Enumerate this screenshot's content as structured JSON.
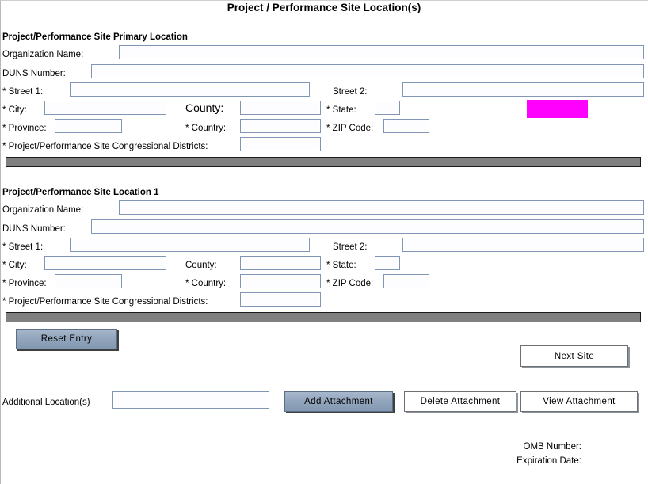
{
  "form": {
    "title": "Project / Performance Site Location(s)"
  },
  "sections": [
    {
      "heading": "Project/Performance Site Primary Location",
      "fields": {
        "organization_name_label": "Organization Name:",
        "organization_name_value": "",
        "duns_number_label": "DUNS Number:",
        "duns_number_value": "",
        "street1_label": "* Street 1:",
        "street1_value": "",
        "street2_label": "Street 2:",
        "street2_value": "",
        "city_label": "* City:",
        "city_value": "",
        "county_label": "County:",
        "county_value": "",
        "state_label": "* State:",
        "state_value": "",
        "province_label": "* Province:",
        "province_value": "",
        "country_label": "* Country:",
        "country_value": "",
        "zip_label": "* ZIP Code:",
        "zip_value": "",
        "districts_label": "* Project/Performance Site Congressional Districts:",
        "districts_value": ""
      }
    },
    {
      "heading": "Project/Performance Site Location 1",
      "fields": {
        "organization_name_label": "Organization Name:",
        "organization_name_value": "",
        "duns_number_label": "DUNS Number:",
        "duns_number_value": "",
        "street1_label": "* Street 1:",
        "street1_value": "",
        "street2_label": "Street 2:",
        "street2_value": "",
        "city_label": "* City:",
        "city_value": "",
        "county_label": "County:",
        "county_value": "",
        "state_label": "* State:",
        "state_value": "",
        "province_label": "* Province:",
        "province_value": "",
        "country_label": "* Country:",
        "country_value": "",
        "zip_label": "* ZIP Code:",
        "zip_value": "",
        "districts_label": "* Project/Performance Site Congressional Districts:",
        "districts_value": ""
      }
    }
  ],
  "buttons": {
    "reset_entry": "Reset Entry",
    "next_site": "Next Site",
    "add_attachment": "Add Attachment",
    "delete_attachment": "Delete Attachment",
    "view_attachment": "View  Attachment"
  },
  "additional": {
    "label": "Additional Location(s)",
    "value": ""
  },
  "footer": {
    "omb_number": "OMB Number:",
    "expiration_date": "Expiration Date:"
  },
  "colors": {
    "highlight_swatch": "#ff00ff",
    "divider_bar": "#808080",
    "field_border": "#8096b4",
    "button_blue": "#93a6bd"
  }
}
